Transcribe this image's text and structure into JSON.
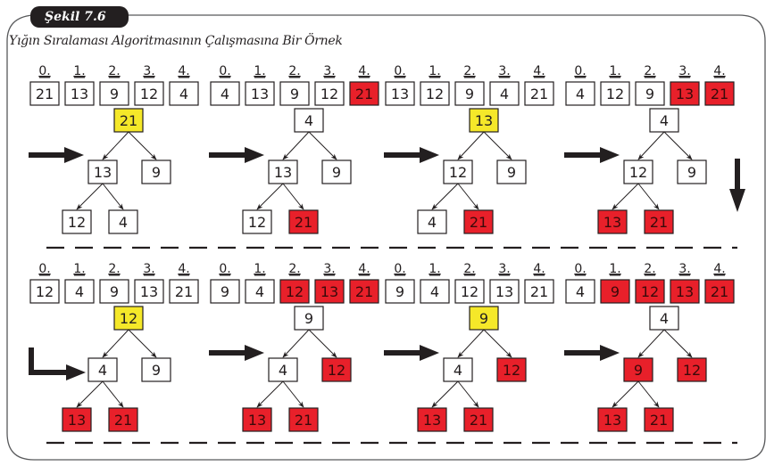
{
  "figure": {
    "label": "Şekil 7.6",
    "title": "Yığın Sıralaması Algoritmasının Çalışmasına Bir Örnek"
  },
  "colors": {
    "root_highlight": "#f5e829",
    "sorted": "#e8202a",
    "default": "#ffffff",
    "outline": "#231f20",
    "tab_background": "#231f20"
  },
  "index_labels": [
    "0.",
    "1.",
    "2.",
    "3.",
    "4."
  ],
  "steps": [
    {
      "array": [
        21,
        13,
        9,
        12,
        4
      ],
      "array_states": [
        "default",
        "default",
        "default",
        "default",
        "default"
      ],
      "tree": [
        21,
        13,
        9,
        12,
        4
      ],
      "tree_states": [
        "root_highlight",
        "default",
        "default",
        "default",
        "default"
      ],
      "incoming_arrow": "right"
    },
    {
      "array": [
        4,
        13,
        9,
        12,
        21
      ],
      "array_states": [
        "default",
        "default",
        "default",
        "default",
        "sorted"
      ],
      "tree": [
        4,
        13,
        9,
        12,
        21
      ],
      "tree_states": [
        "default",
        "default",
        "default",
        "default",
        "sorted"
      ],
      "incoming_arrow": "right"
    },
    {
      "array": [
        13,
        12,
        9,
        4,
        21
      ],
      "array_states": [
        "default",
        "default",
        "default",
        "default",
        "default"
      ],
      "tree": [
        13,
        12,
        9,
        4,
        21
      ],
      "tree_states": [
        "root_highlight",
        "default",
        "default",
        "default",
        "sorted"
      ],
      "incoming_arrow": "right"
    },
    {
      "array": [
        4,
        12,
        9,
        13,
        21
      ],
      "array_states": [
        "default",
        "default",
        "default",
        "sorted",
        "sorted"
      ],
      "tree": [
        4,
        12,
        9,
        13,
        21
      ],
      "tree_states": [
        "default",
        "default",
        "default",
        "sorted",
        "sorted"
      ],
      "incoming_arrow": "right",
      "outgoing_arrow": "down"
    },
    {
      "array": [
        12,
        4,
        9,
        13,
        21
      ],
      "array_states": [
        "default",
        "default",
        "default",
        "default",
        "default"
      ],
      "tree": [
        12,
        4,
        9,
        13,
        21
      ],
      "tree_states": [
        "root_highlight",
        "default",
        "default",
        "sorted",
        "sorted"
      ],
      "incoming_arrow": "elbow"
    },
    {
      "array": [
        9,
        4,
        12,
        13,
        21
      ],
      "array_states": [
        "default",
        "default",
        "sorted",
        "sorted",
        "sorted"
      ],
      "tree": [
        9,
        4,
        12,
        13,
        21
      ],
      "tree_states": [
        "default",
        "default",
        "sorted",
        "sorted",
        "sorted"
      ],
      "incoming_arrow": "right"
    },
    {
      "array": [
        9,
        4,
        12,
        13,
        21
      ],
      "array_states": [
        "default",
        "default",
        "default",
        "default",
        "default"
      ],
      "tree": [
        9,
        4,
        12,
        13,
        21
      ],
      "tree_states": [
        "root_highlight",
        "default",
        "sorted",
        "sorted",
        "sorted"
      ],
      "incoming_arrow": "right"
    },
    {
      "array": [
        4,
        9,
        12,
        13,
        21
      ],
      "array_states": [
        "default",
        "sorted",
        "sorted",
        "sorted",
        "sorted"
      ],
      "tree": [
        4,
        9,
        12,
        13,
        21
      ],
      "tree_states": [
        "default",
        "sorted",
        "sorted",
        "sorted",
        "sorted"
      ],
      "incoming_arrow": "right"
    }
  ]
}
